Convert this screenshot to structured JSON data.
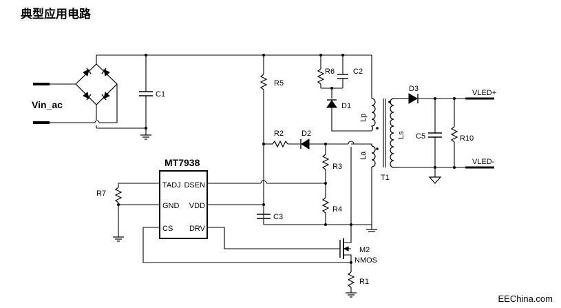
{
  "title": "典型应用电路",
  "watermark": "EEChina.com",
  "ic": {
    "name": "MT7938",
    "pins_left": [
      "TADJ",
      "GND",
      "CS"
    ],
    "pins_right": [
      "DSEN",
      "VDD",
      "DRV"
    ]
  },
  "labels": {
    "vin": "Vin_ac",
    "c1": "C1",
    "r5": "R5",
    "r6": "R6",
    "c2": "C2",
    "d1": "D1",
    "r2": "R2",
    "d2": "D2",
    "r3": "R3",
    "r4": "R4",
    "c3": "C3",
    "r7": "R7",
    "lp": "Lp",
    "la": "La",
    "ls": "Ls",
    "t1": "T1",
    "d3": "D3",
    "c5": "C5",
    "r10": "R10",
    "vled_p": "VLED+",
    "vled_n": "VLED-",
    "m2": "M2",
    "nmos": "NMOS",
    "r1": "R1"
  }
}
